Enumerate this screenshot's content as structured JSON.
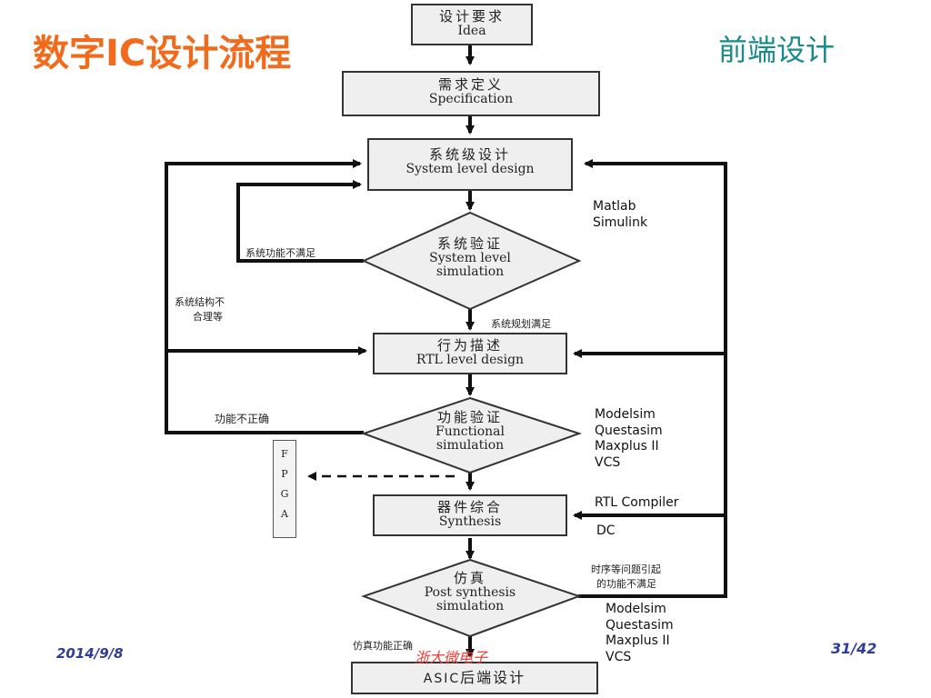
{
  "slide": {
    "title": "数字IC设计流程",
    "subtitle": "前端设计",
    "date": "2014/9/8",
    "company": "浙大微电子",
    "page": "31/42"
  },
  "flow": {
    "idea": {
      "zh": "设计要求",
      "en": "Idea"
    },
    "spec": {
      "zh": "需求定义",
      "en": "Specification"
    },
    "system": {
      "zh": "系统级设计",
      "en": "System level design"
    },
    "sysver": {
      "zh": "系统验证",
      "en1": "System level",
      "en2": "simulation"
    },
    "rtl": {
      "zh": "行为描述",
      "en": "RTL level design"
    },
    "funcver": {
      "zh": "功能验证",
      "en1": "Functional",
      "en2": "simulation"
    },
    "synth": {
      "zh": "器件综合",
      "en": "Synthesis"
    },
    "postsim": {
      "zh": "仿真",
      "en1": "Post synthesis",
      "en2": "simulation"
    },
    "asic": {
      "en": "ASIC",
      "zh": "后端设计"
    },
    "fpga": [
      "F",
      "P",
      "G",
      "A"
    ]
  },
  "notes": {
    "sys_not_met": "系统功能不满足",
    "sys_struct_1": "系统结构不",
    "sys_struct_2": "合理等",
    "sys_plan_met": "系统规划满足",
    "func_wrong": "功能不正确",
    "timing_1": "时序等问题引起",
    "timing_2": "的功能不满足",
    "sim_func_ok": "仿真功能正确"
  },
  "tools": {
    "sys": [
      "Matlab",
      "Simulink"
    ],
    "func": [
      "Modelsim",
      "Questasim",
      "Maxplus II",
      "VCS"
    ],
    "synth": [
      "RTL Compiler",
      "DC"
    ],
    "post": [
      "Modelsim",
      "Questasim",
      "Maxplus II",
      "VCS"
    ]
  },
  "colors": {
    "title": "#f26a1b",
    "subtitle": "#1a8a8a",
    "footer": "#2e3d98",
    "company": "#e8403a"
  }
}
